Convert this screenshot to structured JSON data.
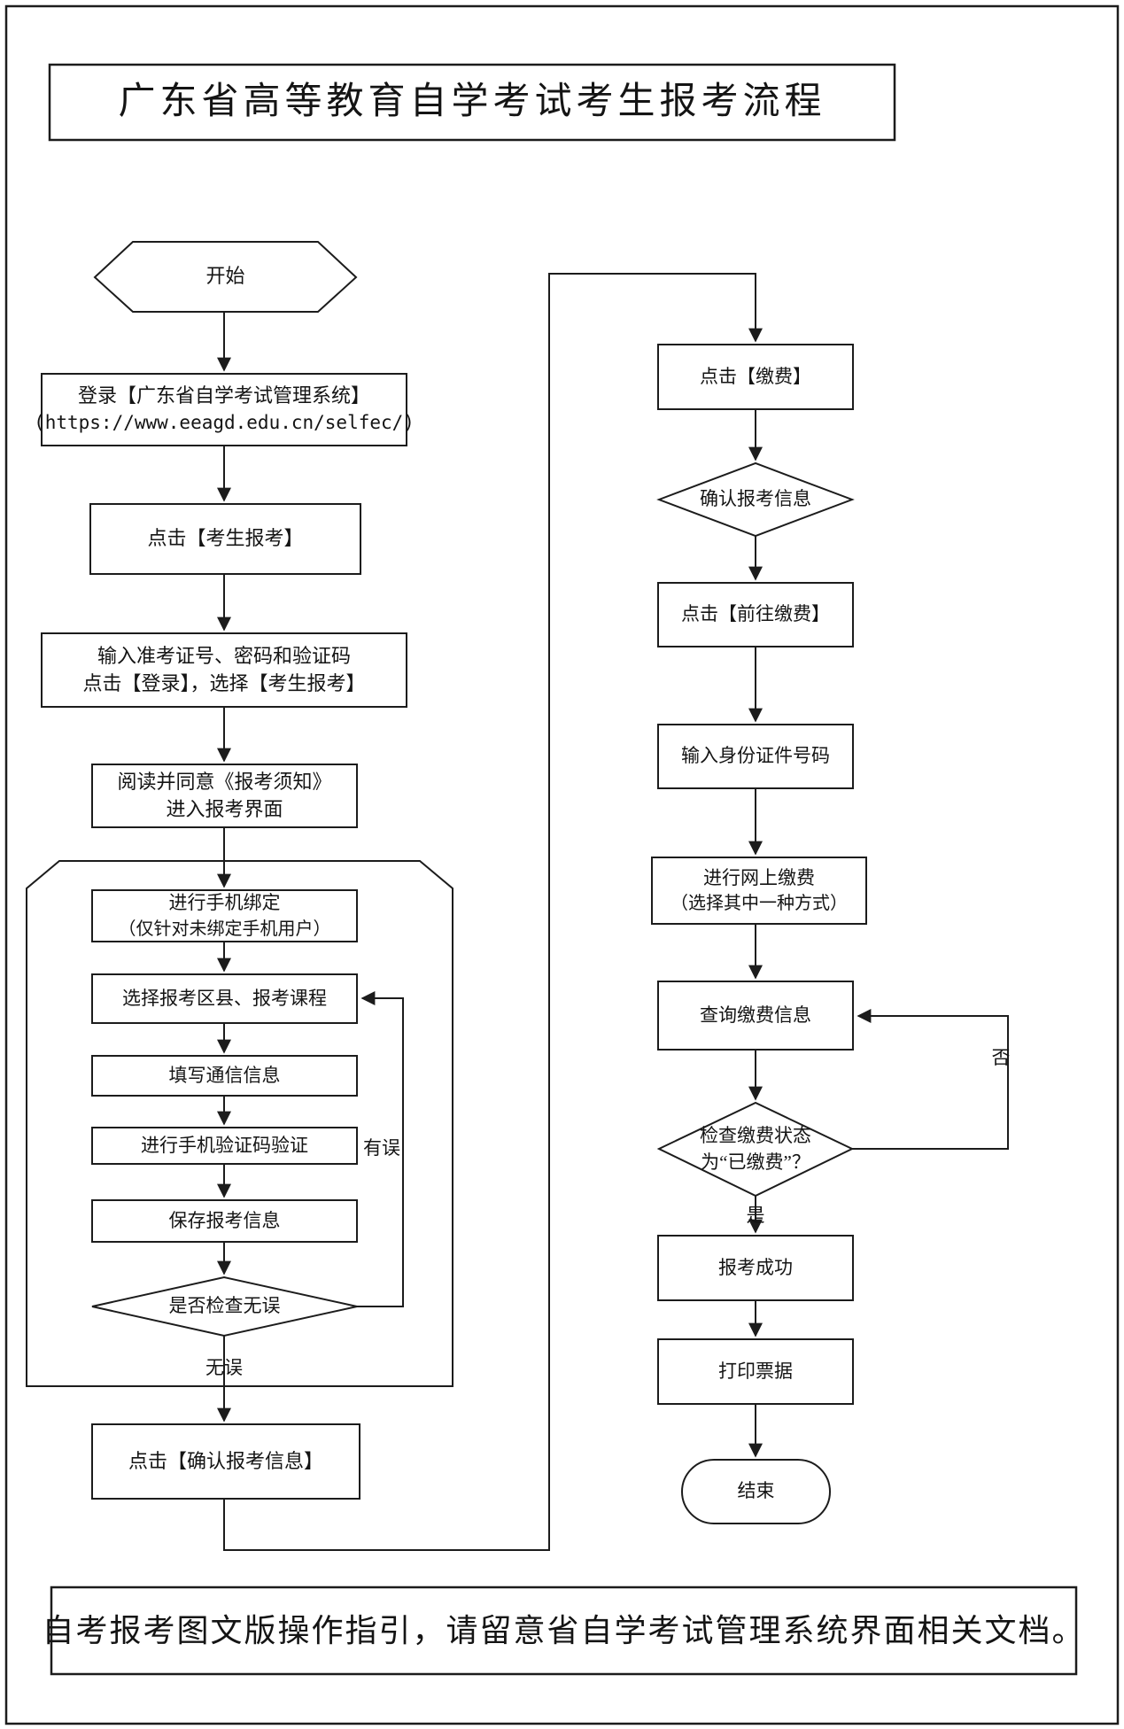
{
  "page": {
    "title": "广东省高等教育自学考试考生报考流程",
    "footer": "自考报考图文版操作指引，请留意省自学考试管理系统界面相关文档。"
  },
  "flow": {
    "left": {
      "start": "开始",
      "login": {
        "line1": "登录【广东省自学考试管理系统】",
        "line2": "(https://www.eeagd.edu.cn/selfec/)"
      },
      "click_register": "点击【考生报考】",
      "enter_credentials": {
        "line1": "输入准考证号、密码和验证码",
        "line2": "点击【登录】，选择【考生报考】"
      },
      "read_notice": {
        "line1": "阅读并同意《报考须知》",
        "line2": "进入报考界面"
      },
      "bind_phone": {
        "line1": "进行手机绑定",
        "line2": "（仅针对未绑定手机用户）"
      },
      "select_courses": "选择报考区县、报考课程",
      "fill_contact": "填写通信信息",
      "verify_sms": "进行手机验证码验证",
      "save_info": "保存报考信息",
      "check_decision": "是否检查无误",
      "label_no_error": "无误",
      "label_has_error": "有误",
      "confirm_info": "点击【确认报考信息】"
    },
    "right": {
      "click_pay": "点击【缴费】",
      "confirm_decision": "确认报考信息",
      "goto_pay": "点击【前往缴费】",
      "enter_id": "输入身份证件号码",
      "online_pay": {
        "line1": "进行网上缴费",
        "line2": "（选择其中一种方式）"
      },
      "query_payment": "查询缴费信息",
      "check_payment": {
        "line1": "检查缴费状态",
        "line2": "为“已缴费”？"
      },
      "label_yes": "是",
      "label_no": "否",
      "success": "报考成功",
      "print_receipt": "打印票据",
      "end": "结束"
    }
  },
  "colors": {
    "line": "#1c1c1c",
    "background": "#ffffff"
  }
}
